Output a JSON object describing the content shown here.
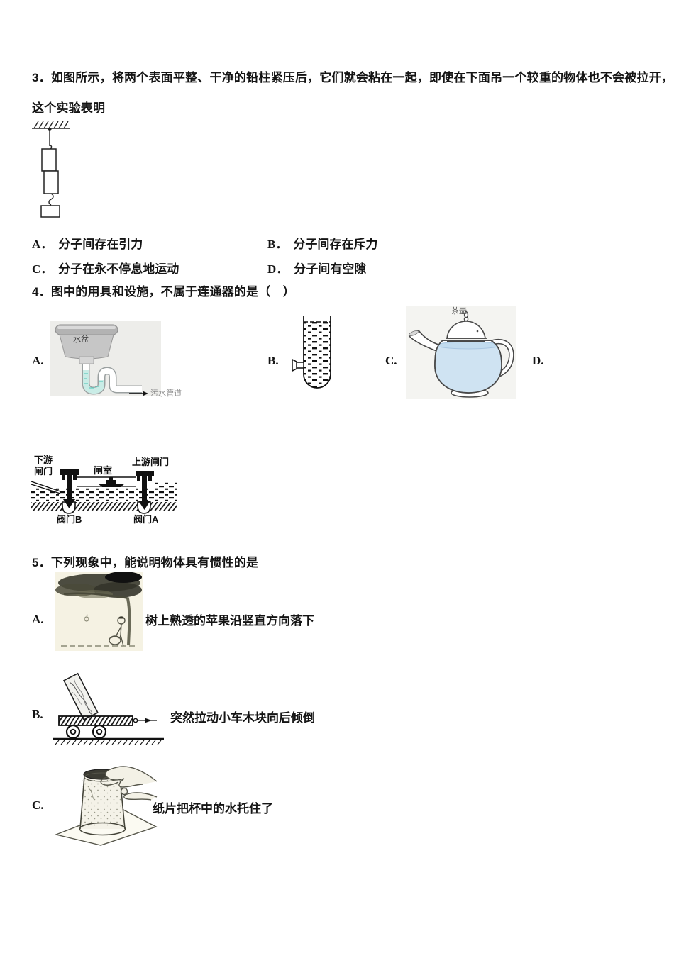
{
  "page": {
    "background": "#ffffff"
  },
  "colors": {
    "teapot_water": "#cfe3f2",
    "trap_water": "#c9ece6",
    "panel_bg": "#ededea",
    "sketch_bg": "#f5f2e3"
  },
  "q3": {
    "text": "3．如图所示，将两个表面平整、干净的铅柱紧压后，它们就会粘在一起，即使在下面吊一个较重的物体也不会被拉开，这个实验表明",
    "options": [
      {
        "label": "A．",
        "text": "分子间存在引力"
      },
      {
        "label": "B．",
        "text": "分子间存在斥力"
      },
      {
        "label": "C．",
        "text": "分子在永不停息地运动"
      },
      {
        "label": "D．",
        "text": "分子间有空隙"
      }
    ]
  },
  "q4": {
    "text": "4．图中的用具和设施，不属于连通器的是（　）",
    "option_labels": [
      "A.",
      "B.",
      "C.",
      "D."
    ],
    "figures": {
      "basin": {
        "name": "水盆",
        "outlet": "污水管道"
      },
      "teapot": {
        "name": "茶壶"
      },
      "lock": {
        "downstream_gate": "下游闸门",
        "chamber": "闸室",
        "upstream_gate": "上游闸门",
        "valve_b": "阀门B",
        "valve_a": "阀门A"
      }
    }
  },
  "q5": {
    "text": "5．下列现象中，能说明物体具有惯性的是",
    "options": [
      {
        "label": "A.",
        "caption": "树上熟透的苹果沿竖直方向落下"
      },
      {
        "label": "B.",
        "caption": "突然拉动小车木块向后倾倒"
      },
      {
        "label": "C.",
        "caption": "纸片把杯中的水托住了"
      }
    ]
  }
}
